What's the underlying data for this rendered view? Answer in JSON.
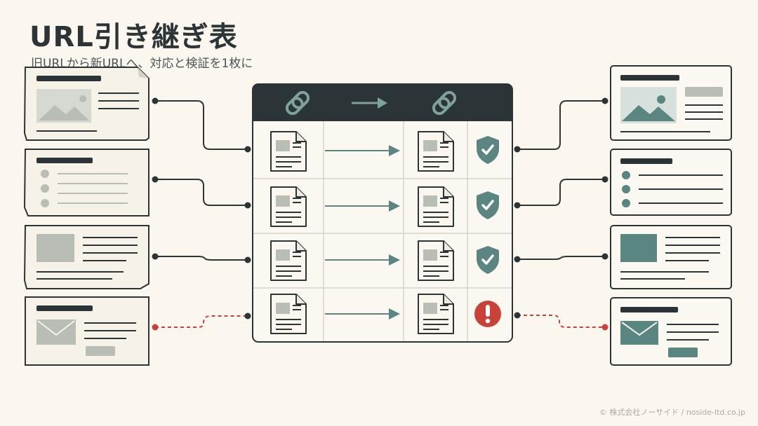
{
  "header": {
    "title": "URL引き継ぎ表",
    "subtitle": "旧URLから新URLへ、対応と検証を1枚に"
  },
  "footer": {
    "copyright": "© 株式会社ノーサイド / noside-ltd.co.jp"
  },
  "colors": {
    "background": "#fbf7ef",
    "dark": "#2b3437",
    "teal": "#5b8580",
    "gray": "#b8beb5",
    "error": "#c9423a"
  },
  "table": {
    "header_icons": [
      "link-icon",
      "arrow-right-icon",
      "link-icon"
    ],
    "rows": [
      {
        "old_page": "article-page",
        "new_page": "article-page",
        "status": "verified"
      },
      {
        "old_page": "list-page",
        "new_page": "list-page",
        "status": "verified"
      },
      {
        "old_page": "image-text-page",
        "new_page": "image-text-page",
        "status": "verified"
      },
      {
        "old_page": "contact-page",
        "new_page": "contact-page",
        "status": "error"
      }
    ]
  }
}
